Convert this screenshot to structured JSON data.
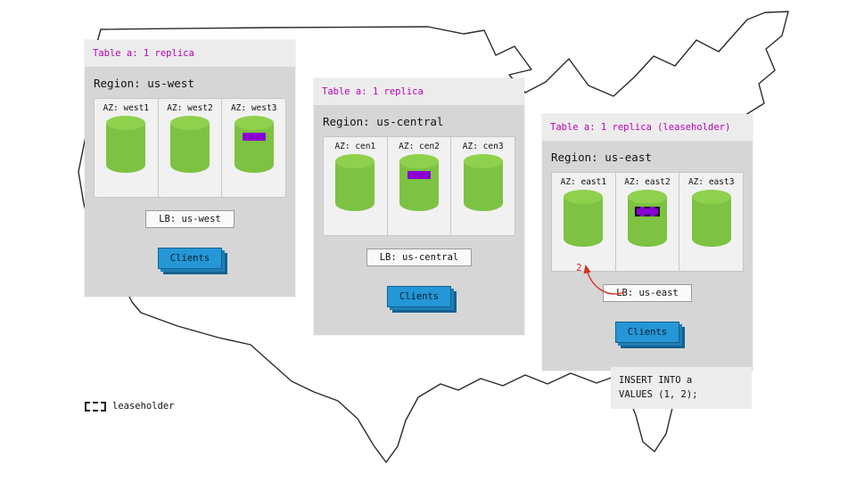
{
  "regions": [
    {
      "table_label": "Table a: 1 replica",
      "region_label": "Region: us-west",
      "lb_label": "LB: us-west",
      "clients_label": "Clients",
      "azs": [
        {
          "label": "AZ: west1",
          "replica": false,
          "leaseholder": false
        },
        {
          "label": "AZ: west2",
          "replica": false,
          "leaseholder": false
        },
        {
          "label": "AZ: west3",
          "replica": true,
          "leaseholder": false
        }
      ]
    },
    {
      "table_label": "Table a: 1 replica",
      "region_label": "Region: us-central",
      "lb_label": "LB: us-central",
      "clients_label": "Clients",
      "azs": [
        {
          "label": "AZ: cen1",
          "replica": false,
          "leaseholder": false
        },
        {
          "label": "AZ: cen2",
          "replica": true,
          "leaseholder": false
        },
        {
          "label": "AZ: cen3",
          "replica": false,
          "leaseholder": false
        }
      ]
    },
    {
      "table_label": "Table a: 1 replica (leaseholder)",
      "region_label": "Region: us-east",
      "lb_label": "LB: us-east",
      "clients_label": "Clients",
      "azs": [
        {
          "label": "AZ: east1",
          "replica": false,
          "leaseholder": false
        },
        {
          "label": "AZ: east2",
          "replica": true,
          "leaseholder": true
        },
        {
          "label": "AZ: east3",
          "replica": false,
          "leaseholder": false
        }
      ]
    }
  ],
  "annotation": {
    "step": "2"
  },
  "sql": {
    "line1": "INSERT INTO a",
    "line2": "VALUES (1, 2);"
  },
  "legend": {
    "label": "leaseholder"
  },
  "colors": {
    "replica_purple": "#8a00d4",
    "cylinder_green": "#7dc242",
    "table_label_magenta": "#bb00bb",
    "clients_blue": "#2596d6",
    "arrow_red": "#d93025"
  }
}
